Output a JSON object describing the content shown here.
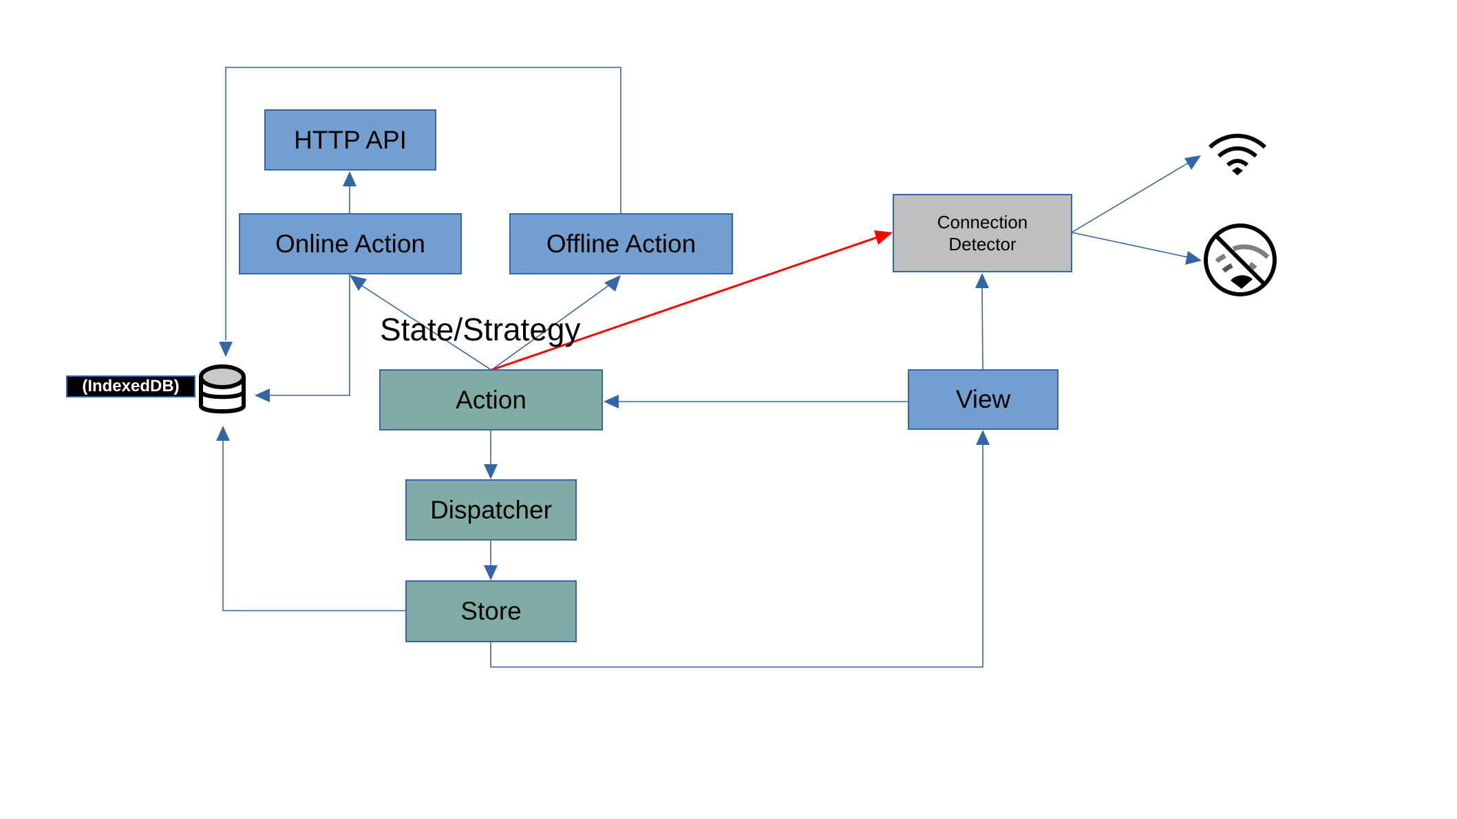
{
  "diagram": {
    "title": "Offline-first Flux architecture with connection detection",
    "colors": {
      "connector": "#3465a4",
      "highlight_connector": "#ff0000",
      "blue_node": "#729fcf",
      "teal_node": "#81aca6",
      "gray_node": "#bfbfbf"
    },
    "nodes": {
      "http_api": "HTTP API",
      "online_action": "Online Action",
      "offline_action": "Offline Action",
      "action": "Action",
      "dispatcher": "Dispatcher",
      "store": "Store",
      "view": "View",
      "connection_detector_line1": "Connection",
      "connection_detector_line2": "Detector"
    },
    "annotations": {
      "state_strategy": "State/Strategy",
      "indexeddb": "(IndexedDB)"
    },
    "icons": {
      "database": "database-icon",
      "wifi_online": "wifi-icon",
      "wifi_offline": "no-wifi-icon"
    },
    "edges": [
      {
        "from": "Online Action",
        "to": "HTTP API"
      },
      {
        "from": "Offline Action",
        "to": "IndexedDB"
      },
      {
        "from": "Online Action",
        "to": "IndexedDB"
      },
      {
        "from": "Action",
        "to": "Online Action",
        "label": "State/Strategy"
      },
      {
        "from": "Action",
        "to": "Offline Action",
        "label": "State/Strategy"
      },
      {
        "from": "Action",
        "to": "Connection Detector",
        "highlight": true
      },
      {
        "from": "View",
        "to": "Action"
      },
      {
        "from": "View",
        "to": "Connection Detector"
      },
      {
        "from": "Action",
        "to": "Dispatcher"
      },
      {
        "from": "Dispatcher",
        "to": "Store"
      },
      {
        "from": "Store",
        "to": "IndexedDB"
      },
      {
        "from": "Store",
        "to": "View"
      },
      {
        "from": "Connection Detector",
        "to": "Online (wifi)"
      },
      {
        "from": "Connection Detector",
        "to": "Offline (no wifi)"
      }
    ]
  }
}
